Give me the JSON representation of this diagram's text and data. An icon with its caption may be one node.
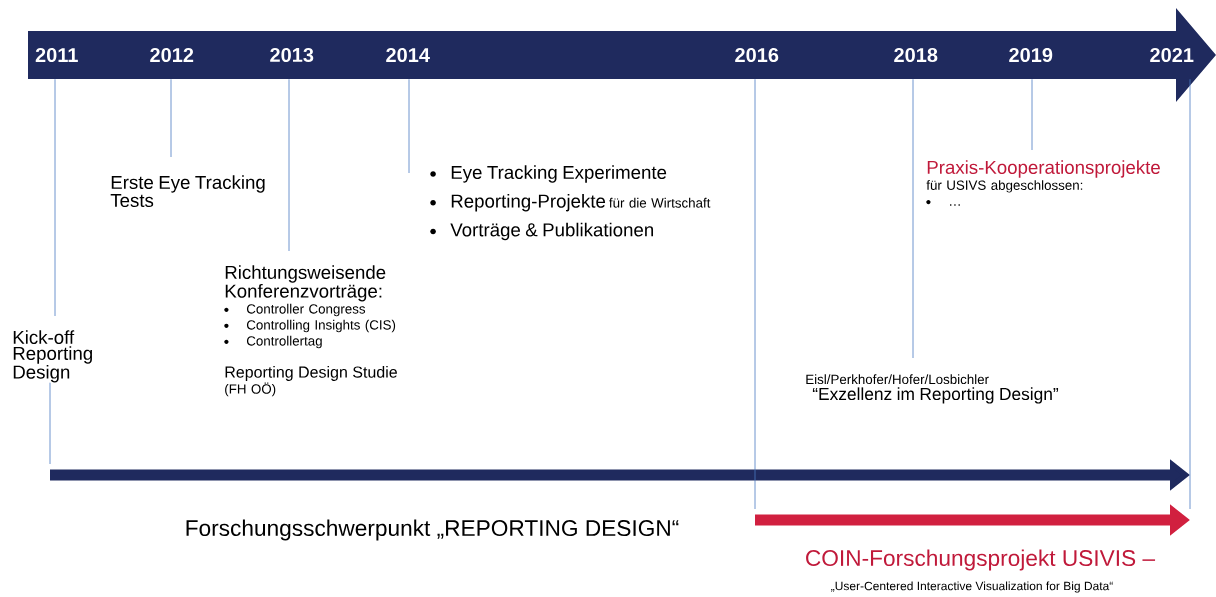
{
  "diagram": {
    "nodes": [
      {
        "text": [],
        "shape": "arrow"
      },
      {
        "text": [
          "2011"
        ],
        "in": 0
      },
      {
        "text": [
          "2012"
        ],
        "in": 0
      },
      {
        "text": [
          "2013"
        ],
        "in": 0
      },
      {
        "text": [
          "2014"
        ],
        "in": 0
      },
      {
        "text": [
          "2016"
        ],
        "in": 0
      },
      {
        "text": [
          "2018"
        ],
        "in": 0
      },
      {
        "text": [
          "2019"
        ],
        "in": 0
      },
      {
        "text": [
          "2021"
        ],
        "in": 0
      },
      {
        "text": [
          "Kick-off Reporting Design"
        ]
      },
      {
        "text": [
          "Erste Eye Tracking Tests"
        ]
      },
      {
        "text": [
          "Richtungsweisende Konferenzvorträge:",
          "Controller Congress",
          "Controlling Insights (CIS)",
          "Controllertag",
          "Reporting Design Studie",
          "(FH OÖ)"
        ]
      },
      {
        "text": [
          "Eye Tracking Experimente",
          "Reporting-Projekte",
          "für die Wirtschaft",
          "Vorträge & Publikationen"
        ]
      },
      {
        "text": [
          "Praxis-Kooperationsprojekte",
          "für USIVS abgeschlossen:",
          "…"
        ]
      },
      {
        "text": [
          "Eisl/Perkhofer/Hofer/Losbichler",
          "“Exzellenz im Reporting Design”"
        ]
      },
      {
        "text": [],
        "shape": "arrow"
      },
      {
        "text": [],
        "shape": "arrow"
      }
    ],
    "edges": [
      {
        "from": 1,
        "to": 9,
        "arrow": "none"
      },
      {
        "from": 2,
        "to": 10,
        "arrow": "none"
      },
      {
        "from": 3,
        "to": 11,
        "arrow": "none"
      },
      {
        "from": 4,
        "to": 12,
        "arrow": "none"
      },
      {
        "from": 5,
        "to": 16,
        "arrow": "none"
      },
      {
        "from": 6,
        "to": 14,
        "arrow": "none"
      },
      {
        "from": 7,
        "to": 13,
        "arrow": "none"
      },
      {
        "from": 8,
        "to": 16,
        "arrow": "none"
      },
      {
        "from": 9,
        "to": 15,
        "arrow": "none"
      }
    ],
    "labels": [
      "Forschungsschwerpunkt „REPORTING DESIGN“",
      "COIN-Forschungsprojekt USIVIS –",
      "„User-Centered Interactive Visualization for Big Data“"
    ]
  }
}
